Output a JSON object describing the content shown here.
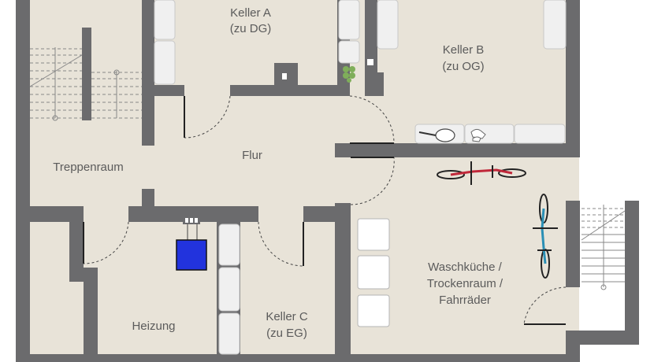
{
  "rooms": {
    "keller_a": {
      "name": "Keller A",
      "sub": "(zu DG)"
    },
    "keller_b": {
      "name": "Keller B",
      "sub": "(zu OG)"
    },
    "keller_c": {
      "name": "Keller C",
      "sub": "(zu EG)"
    },
    "flur": {
      "name": "Flur"
    },
    "treppenraum": {
      "name": "Treppenraum"
    },
    "heizung": {
      "name": "Heizung"
    },
    "waschkueche": {
      "line1": "Waschküche /",
      "line2": "Trockenraum /",
      "line3": "Fahrräder"
    }
  },
  "colors": {
    "floor": "#e8e3d8",
    "wall": "#6b6b6d",
    "outside": "#ffffff",
    "shelf": "#f0f0f0",
    "boiler": "#2233dd",
    "bike_frame": "#c0283a",
    "bike_frame_2": "#2a8fb5"
  },
  "icons": [
    "stair-icon",
    "shelf-icon",
    "washing-machine-icon",
    "boiler-icon",
    "bicycle-icon",
    "tennis-racket-icon",
    "shoe-icon",
    "door-arc-icon"
  ]
}
